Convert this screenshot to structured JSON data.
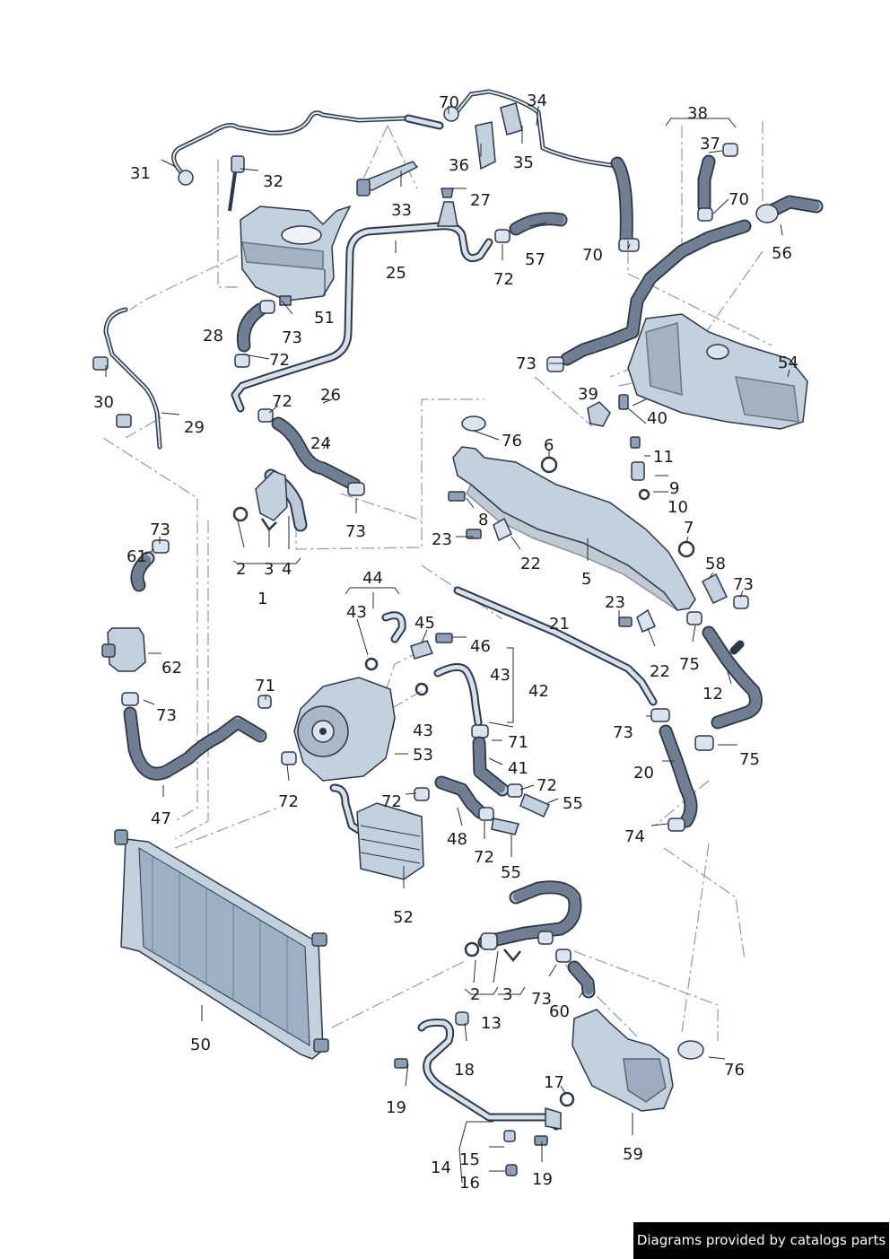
{
  "labels": {
    "n1": "1",
    "n2": "2",
    "n3": "3",
    "n4": "4",
    "n5": "5",
    "n6": "6",
    "n7": "7",
    "n8": "8",
    "n9": "9",
    "n10": "10",
    "n11": "11",
    "n12": "12",
    "n13": "13",
    "n14": "14",
    "n15": "15",
    "n16": "16",
    "n17": "17",
    "n18": "18",
    "n19": "19",
    "n20": "20",
    "n21": "21",
    "n22": "22",
    "n23": "23",
    "n24": "24",
    "n25": "25",
    "n26": "26",
    "n27": "27",
    "n28": "28",
    "n29": "29",
    "n30": "30",
    "n31": "31",
    "n32": "32",
    "n33": "33",
    "n34": "34",
    "n35": "35",
    "n36": "36",
    "n37": "37",
    "n38": "38",
    "n39": "39",
    "n40": "40",
    "n41": "41",
    "n42": "42",
    "n43": "43",
    "n44": "44",
    "n45": "45",
    "n46": "46",
    "n47": "47",
    "n48": "48",
    "n50": "50",
    "n51": "51",
    "n52": "52",
    "n53": "53",
    "n54": "54",
    "n55": "55",
    "n56": "56",
    "n57": "57",
    "n58": "58",
    "n59": "59",
    "n60": "60",
    "n61": "61",
    "n62": "62",
    "n70": "70",
    "n71": "71",
    "n72": "72",
    "n73": "73",
    "n74": "74",
    "n75": "75",
    "n76": "76"
  },
  "credit": "Diagrams provided by catalogs parts",
  "colors": {
    "outline": "#2d3846",
    "part_fill": "#c3d0de",
    "dash_leader": "#8a9bb0",
    "label_text": "#1a1a1a",
    "credit_bg": "#000000",
    "credit_text": "#ffffff"
  }
}
